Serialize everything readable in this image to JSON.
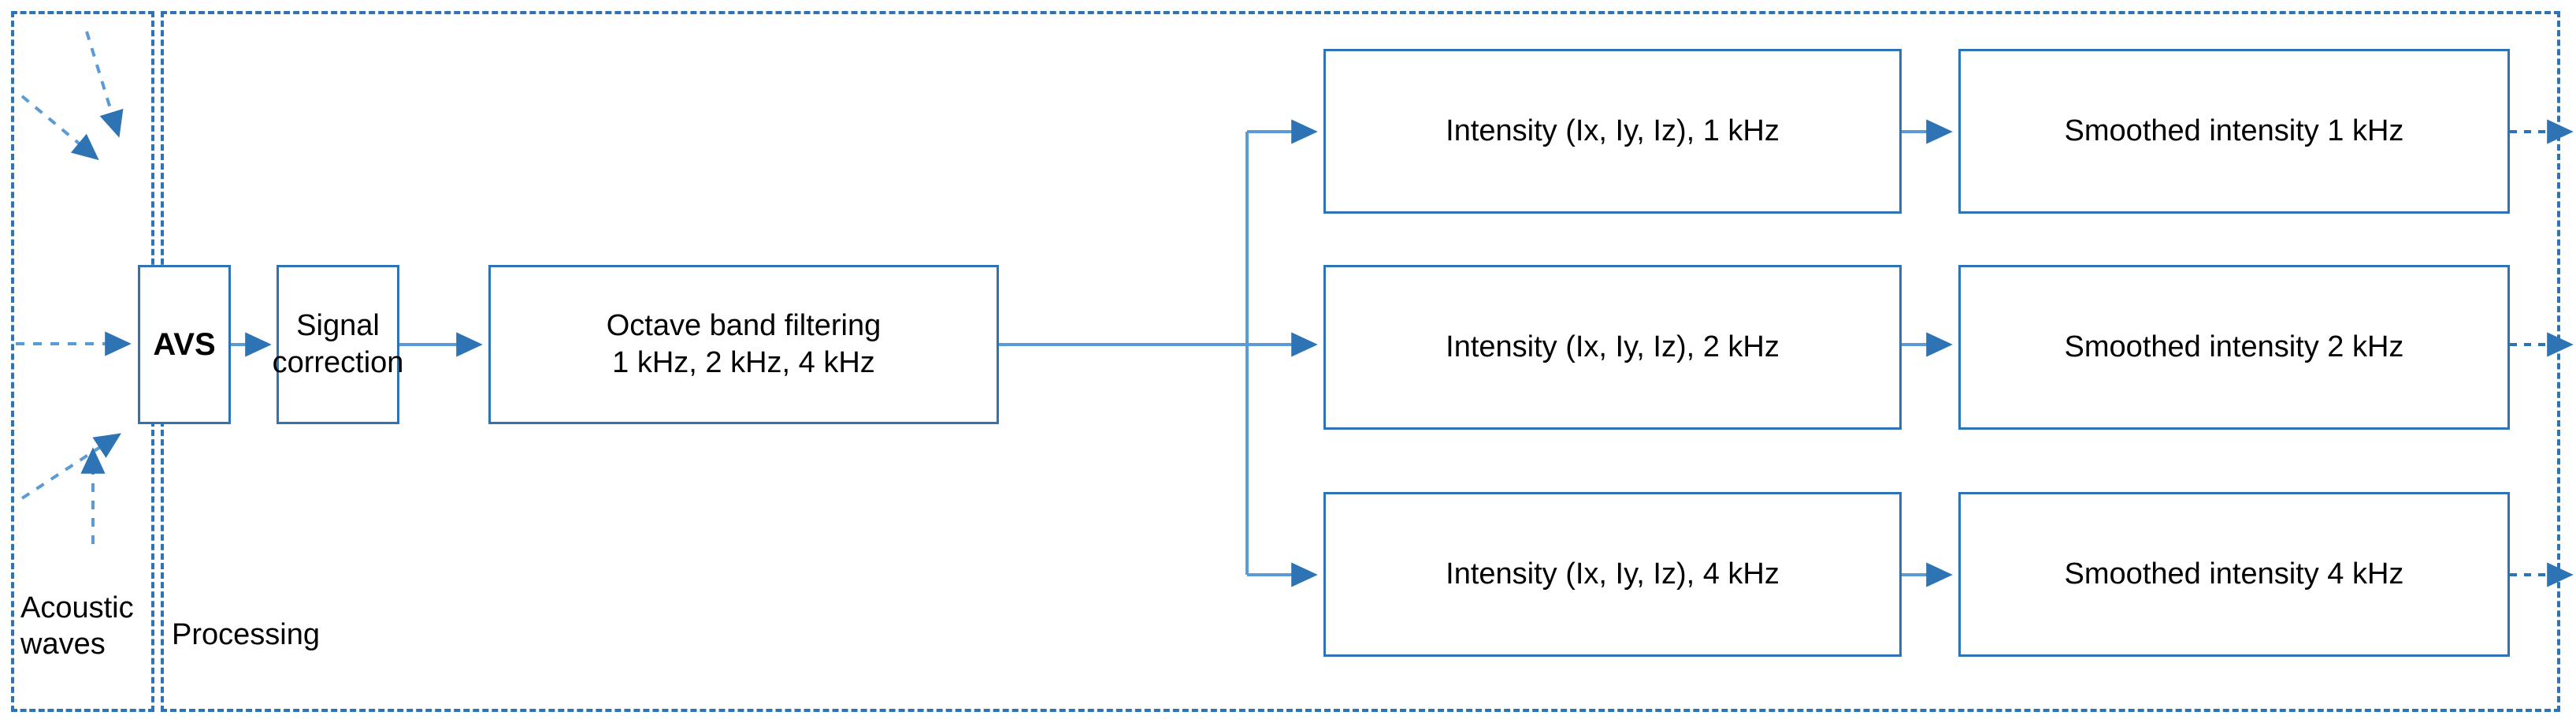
{
  "diagram": {
    "title": "AVS acoustic signal processing chain",
    "colors": {
      "accent": "#2E74B5",
      "connector": "#5B9BD5",
      "box_border": "#2E74B5",
      "text": "#000000",
      "background": "#ffffff"
    },
    "groups": [
      {
        "id": "acoustic",
        "label": "Acoustic\nwaves"
      },
      {
        "id": "processing",
        "label": "Processing"
      }
    ],
    "nodes": {
      "avs": "AVS",
      "signal_correction": "Signal\ncorrection",
      "octave_band": "Octave band filtering\n1 kHz, 2 kHz, 4 kHz",
      "intensity_1k": "Intensity (Ix, Iy, Iz), 1 kHz",
      "intensity_2k": "Intensity (Ix, Iy, Iz), 2 kHz",
      "intensity_4k": "Intensity (Ix, Iy, Iz), 4 kHz",
      "smoothed_1k": "Smoothed intensity 1 kHz",
      "smoothed_2k": "Smoothed intensity 2 kHz",
      "smoothed_4k": "Smoothed intensity 4 kHz"
    },
    "rows": [
      {
        "band": "1 kHz",
        "intensity_key": "intensity_1k",
        "smoothed_key": "smoothed_1k"
      },
      {
        "band": "2 kHz",
        "intensity_key": "intensity_2k",
        "smoothed_key": "smoothed_2k"
      },
      {
        "band": "4 kHz",
        "intensity_key": "intensity_4k",
        "smoothed_key": "smoothed_4k"
      }
    ],
    "icons": {
      "incoming_wave_arrow": "dashed-arrow-icon",
      "flow_arrow": "solid-arrow-icon",
      "output_arrow": "dashed-arrow-icon"
    }
  }
}
